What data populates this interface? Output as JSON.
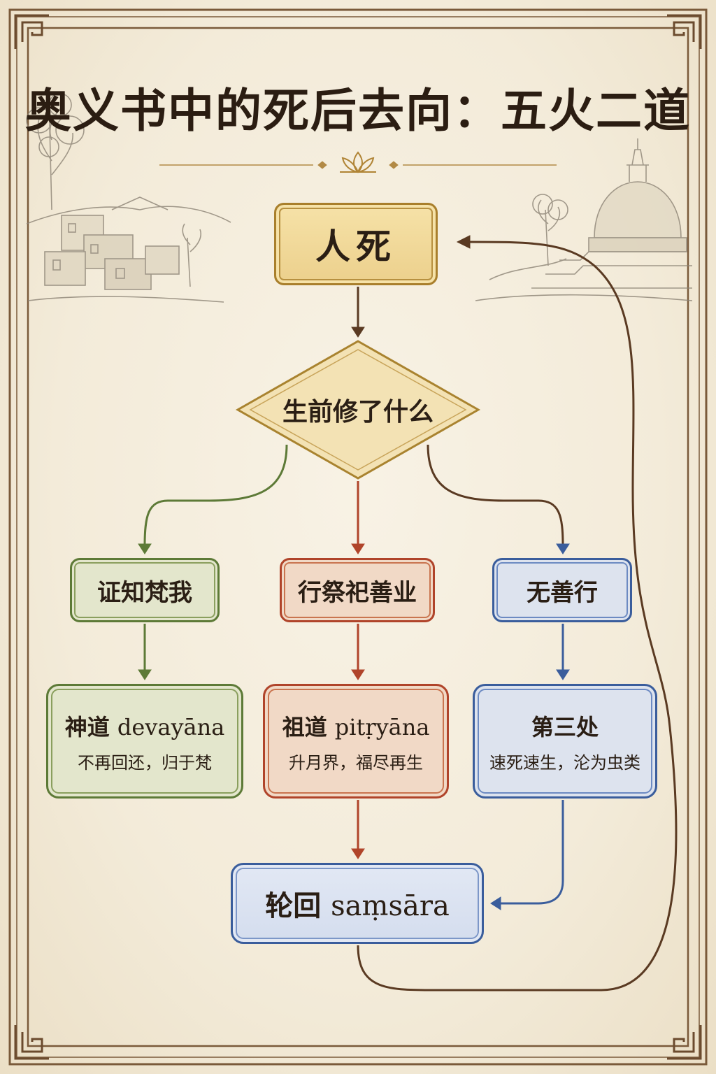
{
  "title": "奥义书中的死后去向：五火二道",
  "nodes": {
    "death": "人死",
    "question": "生前修了什么",
    "brahman_knowledge": "证知梵我",
    "ritual_merit": "行祭祀善业",
    "no_good_deeds": "无善行",
    "devayana": {
      "title_cn": "神道",
      "title_lat": "devayāna",
      "desc": "不再回还，归于梵"
    },
    "pitryana": {
      "title_cn": "祖道",
      "title_lat": "pitṛyāna",
      "desc": "升月界，福尽再生"
    },
    "third_place": {
      "title": "第三处",
      "desc": "速死速生，沦为虫类"
    },
    "samsara": {
      "title_cn": "轮回",
      "title_lat": "saṃsāra"
    }
  },
  "colors": {
    "background": "#f3ebd9",
    "frame": "#7a5a3a",
    "death_fill": "#ecd08c",
    "green_path": "#5d7a37",
    "red_path": "#b0442a",
    "blue_path": "#3a5d9c",
    "brown_path": "#5a3a22"
  },
  "icons": [
    "lotus-icon",
    "village-illustration",
    "stupa-illustration",
    "corner-fret-ornament"
  ]
}
